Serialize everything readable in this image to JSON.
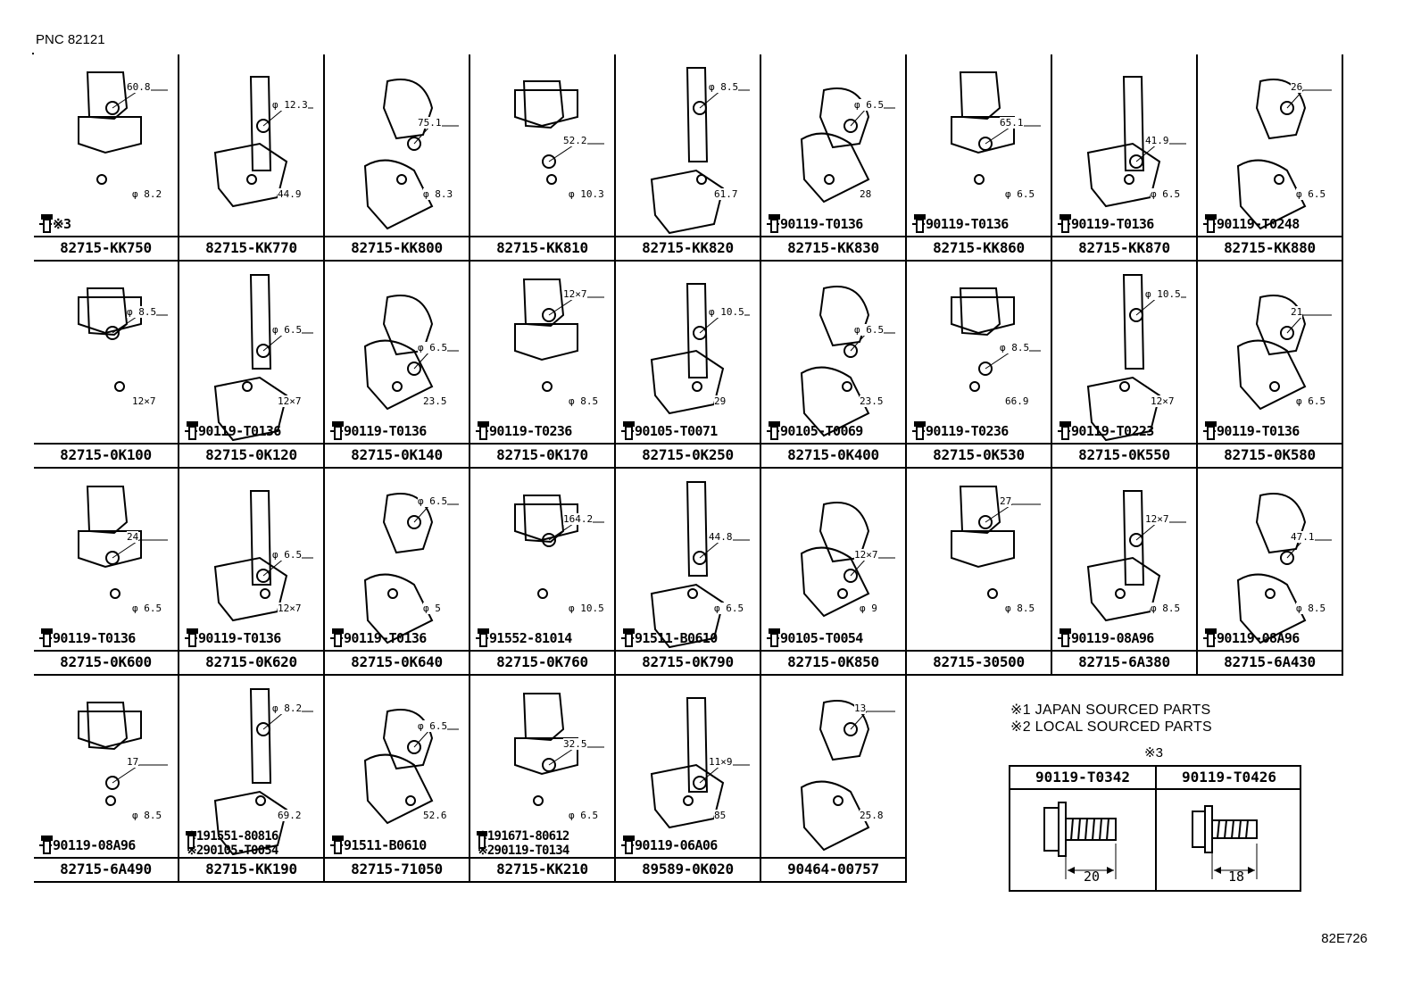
{
  "pnc": "PNC 82121",
  "cells": [
    {
      "part": "82715-KK750",
      "bolt": "※3",
      "dims": [
        "60.8",
        "φ 8.2"
      ]
    },
    {
      "part": "82715-KK770",
      "bolt": "",
      "dims": [
        "φ 12.3",
        "44.9"
      ]
    },
    {
      "part": "82715-KK800",
      "bolt": "",
      "dims": [
        "75.1",
        "φ 8.3"
      ]
    },
    {
      "part": "82715-KK810",
      "bolt": "",
      "dims": [
        "52.2",
        "φ 10.3"
      ]
    },
    {
      "part": "82715-KK820",
      "bolt": "",
      "dims": [
        "φ 8.5",
        "61.7"
      ]
    },
    {
      "part": "82715-KK830",
      "bolt": "90119-T0136",
      "dims": [
        "φ 6.5",
        "28"
      ]
    },
    {
      "part": "82715-KK860",
      "bolt": "90119-T0136",
      "dims": [
        "65.1",
        "φ 6.5"
      ]
    },
    {
      "part": "82715-KK870",
      "bolt": "90119-T0136",
      "dims": [
        "41.9",
        "φ 6.5"
      ]
    },
    {
      "part": "82715-KK880",
      "bolt": "90119-T0248",
      "dims": [
        "26",
        "φ 6.5"
      ]
    },
    {
      "part": "82715-0K100",
      "bolt": "",
      "dims": [
        "φ 8.5",
        "12×7"
      ]
    },
    {
      "part": "82715-0K120",
      "bolt": "90119-T0136",
      "dims": [
        "φ 6.5",
        "12×7"
      ]
    },
    {
      "part": "82715-0K140",
      "bolt": "90119-T0136",
      "dims": [
        "φ 6.5",
        "23.5"
      ]
    },
    {
      "part": "82715-0K170",
      "bolt": "90119-T0236",
      "dims": [
        "12×7",
        "φ 8.5"
      ]
    },
    {
      "part": "82715-0K250",
      "bolt": "90105-T0071",
      "dims": [
        "φ 10.5",
        "29"
      ]
    },
    {
      "part": "82715-0K400",
      "bolt": "90105-T0069",
      "dims": [
        "φ 6.5",
        "23.5"
      ]
    },
    {
      "part": "82715-0K530",
      "bolt": "90119-T0236",
      "dims": [
        "φ 8.5",
        "66.9"
      ]
    },
    {
      "part": "82715-0K550",
      "bolt": "90119-T0223",
      "dims": [
        "φ 10.5",
        "12×7"
      ]
    },
    {
      "part": "82715-0K580",
      "bolt": "90119-T0136",
      "dims": [
        "21",
        "φ 6.5"
      ]
    },
    {
      "part": "82715-0K600",
      "bolt": "90119-T0136",
      "dims": [
        "24",
        "φ 6.5"
      ]
    },
    {
      "part": "82715-0K620",
      "bolt": "90119-T0136",
      "dims": [
        "φ 6.5",
        "12×7"
      ]
    },
    {
      "part": "82715-0K640",
      "bolt": "90119-T0136",
      "dims": [
        "φ 6.5",
        "φ 5"
      ]
    },
    {
      "part": "82715-0K760",
      "bolt": "91552-81014",
      "dims": [
        "164.2",
        "φ 10.5"
      ]
    },
    {
      "part": "82715-0K790",
      "bolt": "91511-B0610",
      "dims": [
        "44.8",
        "φ 6.5"
      ]
    },
    {
      "part": "82715-0K850",
      "bolt": "90105-T0054",
      "dims": [
        "12×7",
        "φ 9"
      ]
    },
    {
      "part": "82715-30500",
      "bolt": "",
      "dims": [
        "27",
        "φ 8.5"
      ]
    },
    {
      "part": "82715-6A380",
      "bolt": "90119-08A96",
      "dims": [
        "12×7",
        "φ 8.5"
      ]
    },
    {
      "part": "82715-6A430",
      "bolt": "90119-08A96",
      "dims": [
        "47.1",
        "φ 8.5"
      ]
    },
    {
      "part": "82715-6A490",
      "bolt": "90119-08A96",
      "dims": [
        "17",
        "φ 8.5"
      ]
    },
    {
      "part": "82715-KK190",
      "bolt2": [
        "※191551-80816",
        "※290105-T0054"
      ],
      "dims": [
        "φ 8.2",
        "69.2"
      ]
    },
    {
      "part": "82715-71050",
      "bolt": "91511-B0610",
      "dims": [
        "φ 6.5",
        "52.6"
      ]
    },
    {
      "part": "82715-KK210",
      "bolt2": [
        "※191671-80612",
        "※290119-T0134"
      ],
      "dims": [
        "32.5",
        "φ 6.5"
      ]
    },
    {
      "part": "89589-0K020",
      "bolt": "90119-06A06",
      "dims": [
        "11×9",
        "85"
      ]
    },
    {
      "part": "90464-00757",
      "bolt": "",
      "dims": [
        "13",
        "25.8"
      ]
    }
  ],
  "notes": [
    "※1 JAPAN SOURCED PARTS",
    "※2 LOCAL SOURCED PARTS"
  ],
  "legend": {
    "mark": "※3",
    "items": [
      {
        "part": "90119-T0342",
        "dim": "20"
      },
      {
        "part": "90119-T0426",
        "dim": "18"
      }
    ]
  },
  "code": "82E726"
}
